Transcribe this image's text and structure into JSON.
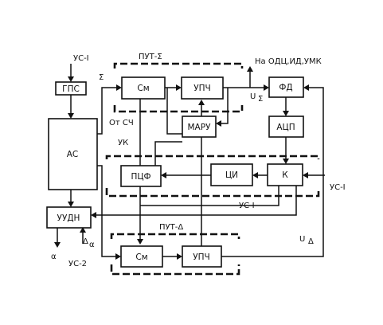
{
  "blocks": {
    "gps": "ГПС",
    "as": "АС",
    "uudn": "УУДН",
    "sm_sum": "См",
    "upch_sum": "УПЧ",
    "maru": "МАРУ",
    "fd": "ФД",
    "acp": "АЦП",
    "k": "К",
    "ci": "ЦИ",
    "pcf": "ПЦФ",
    "sm_delta": "См",
    "upch_delta": "УПЧ"
  },
  "labels": {
    "us1_top": "УС-I",
    "put_sum": "ПУТ-Σ",
    "sigma": "Σ",
    "output_to": "На ОДЦ,ИД,УМК",
    "u_sigma": "U",
    "u_sigma_sub": "Σ",
    "ot_sch": "От СЧ",
    "uk": "УК",
    "us1_right": "УС-I",
    "us1_mid": "УС-I",
    "put_delta": "ПУТ-Δ",
    "u_delta": "U",
    "u_delta_sub": "Δ",
    "alpha": "α",
    "delta_alpha": "Δ",
    "delta_alpha_sub": "α",
    "us2": "УС-2"
  }
}
